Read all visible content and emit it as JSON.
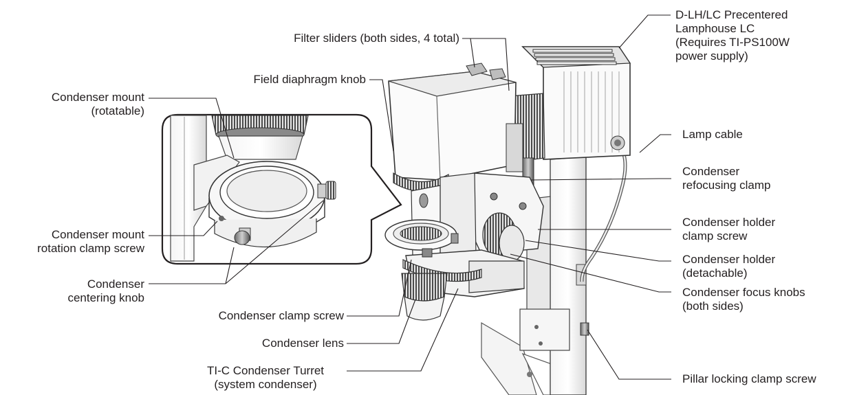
{
  "labels": {
    "lamphouse": [
      "D-LH/LC Precentered",
      "Lamphouse LC",
      "(Requires TI-PS100W",
      "power supply)"
    ],
    "filter_sliders": [
      "Filter sliders (both sides, 4 total)"
    ],
    "field_diaphragm": [
      "Field diaphragm knob"
    ],
    "condenser_mount": [
      "Condenser mount",
      "(rotatable)"
    ],
    "lamp_cable": [
      "Lamp cable"
    ],
    "refocusing_clamp": [
      "Condenser",
      "refocusing clamp"
    ],
    "mount_rotation_clamp": [
      "Condenser mount",
      "rotation clamp screw"
    ],
    "holder_clamp_screw": [
      "Condenser holder",
      "clamp screw"
    ],
    "condenser_holder": [
      "Condenser holder",
      "(detachable)"
    ],
    "centering_knob": [
      "Condenser",
      "centering knob"
    ],
    "focus_knobs": [
      "Condenser focus knobs",
      "(both sides)"
    ],
    "clamp_screw": [
      "Condenser clamp screw"
    ],
    "condenser_lens": [
      "Condenser lens"
    ],
    "turret": [
      "TI-C Condenser Turret",
      "(system condenser)"
    ],
    "pillar_clamp": [
      "Pillar locking clamp screw"
    ]
  }
}
